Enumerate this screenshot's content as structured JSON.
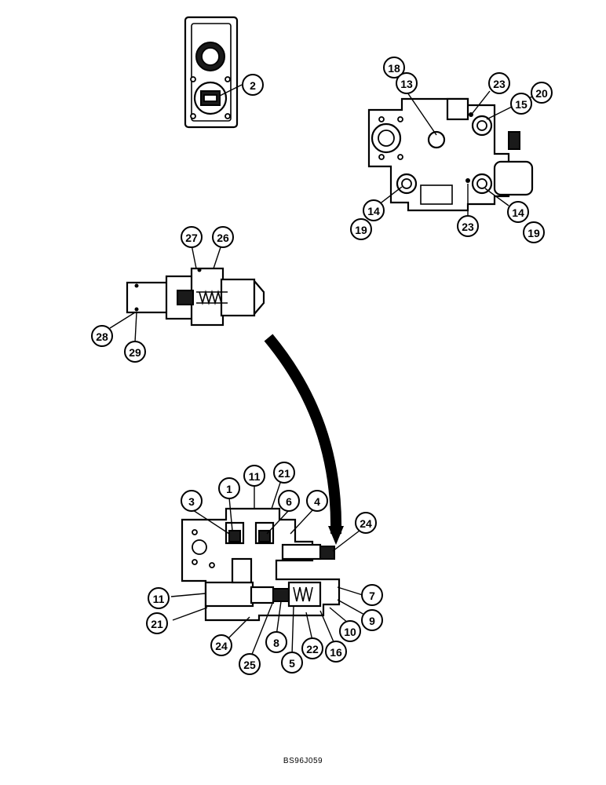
{
  "figure_code": "BS96J059",
  "colors": {
    "ink": "#000000",
    "paper": "#ffffff",
    "shade": "#888888"
  },
  "views": {
    "connector_view": {
      "callouts": [
        "2"
      ]
    },
    "valve_body_top_view": {
      "callouts": [
        "18",
        "13",
        "23",
        "20",
        "15",
        "14",
        "19",
        "23",
        "14",
        "19"
      ]
    },
    "relief_valve_cartridge": {
      "callouts": [
        "27",
        "26",
        "28",
        "29"
      ]
    },
    "valve_section_view": {
      "callouts": [
        "11",
        "21",
        "1",
        "3",
        "6",
        "4",
        "24",
        "7",
        "11",
        "21",
        "24",
        "25",
        "8",
        "5",
        "22",
        "16",
        "10",
        "9"
      ]
    }
  }
}
